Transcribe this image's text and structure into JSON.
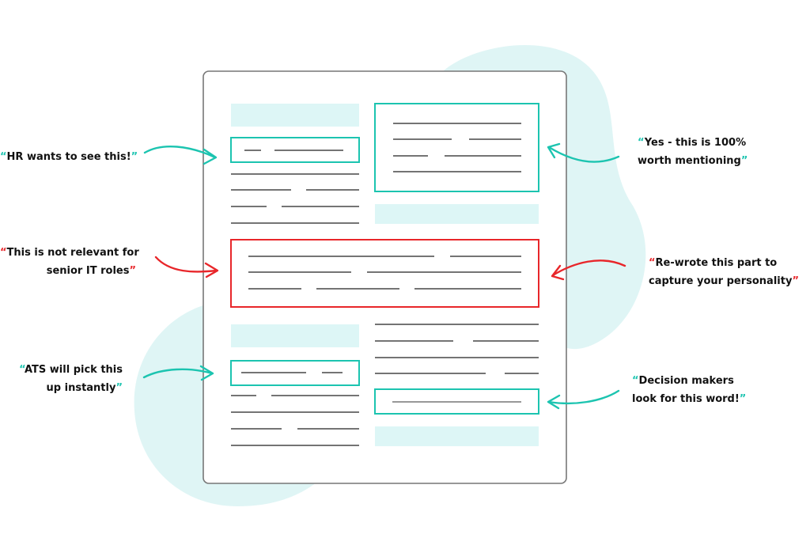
{
  "colors": {
    "teal": "#1cc4b0",
    "red": "#e8262a",
    "blob": "#dff5f5",
    "placeholder": "#ddf6f6",
    "frame": "#777777",
    "text_line": "#222222"
  },
  "annotations": [
    {
      "id": "hr",
      "color": "teal",
      "open": "“",
      "close": "”",
      "lines": [
        "HR wants to see this!"
      ]
    },
    {
      "id": "not-relevant",
      "color": "red",
      "open": "“",
      "close": "”",
      "lines": [
        "This is not relevant for",
        "senior IT roles"
      ]
    },
    {
      "id": "ats",
      "color": "teal",
      "open": "“",
      "close": "”",
      "lines": [
        "ATS will pick this",
        "up instantly"
      ]
    },
    {
      "id": "yes",
      "color": "teal",
      "open": "“",
      "close": "”",
      "lines": [
        "Yes - this is 100%",
        "worth mentioning"
      ]
    },
    {
      "id": "rewrote",
      "color": "red",
      "open": "“",
      "close": "”",
      "lines": [
        "Re-wrote this part to",
        "capture your personality"
      ]
    },
    {
      "id": "decision",
      "color": "teal",
      "open": "“",
      "close": "”",
      "lines": [
        "Decision makers",
        "look for this word!"
      ]
    }
  ]
}
